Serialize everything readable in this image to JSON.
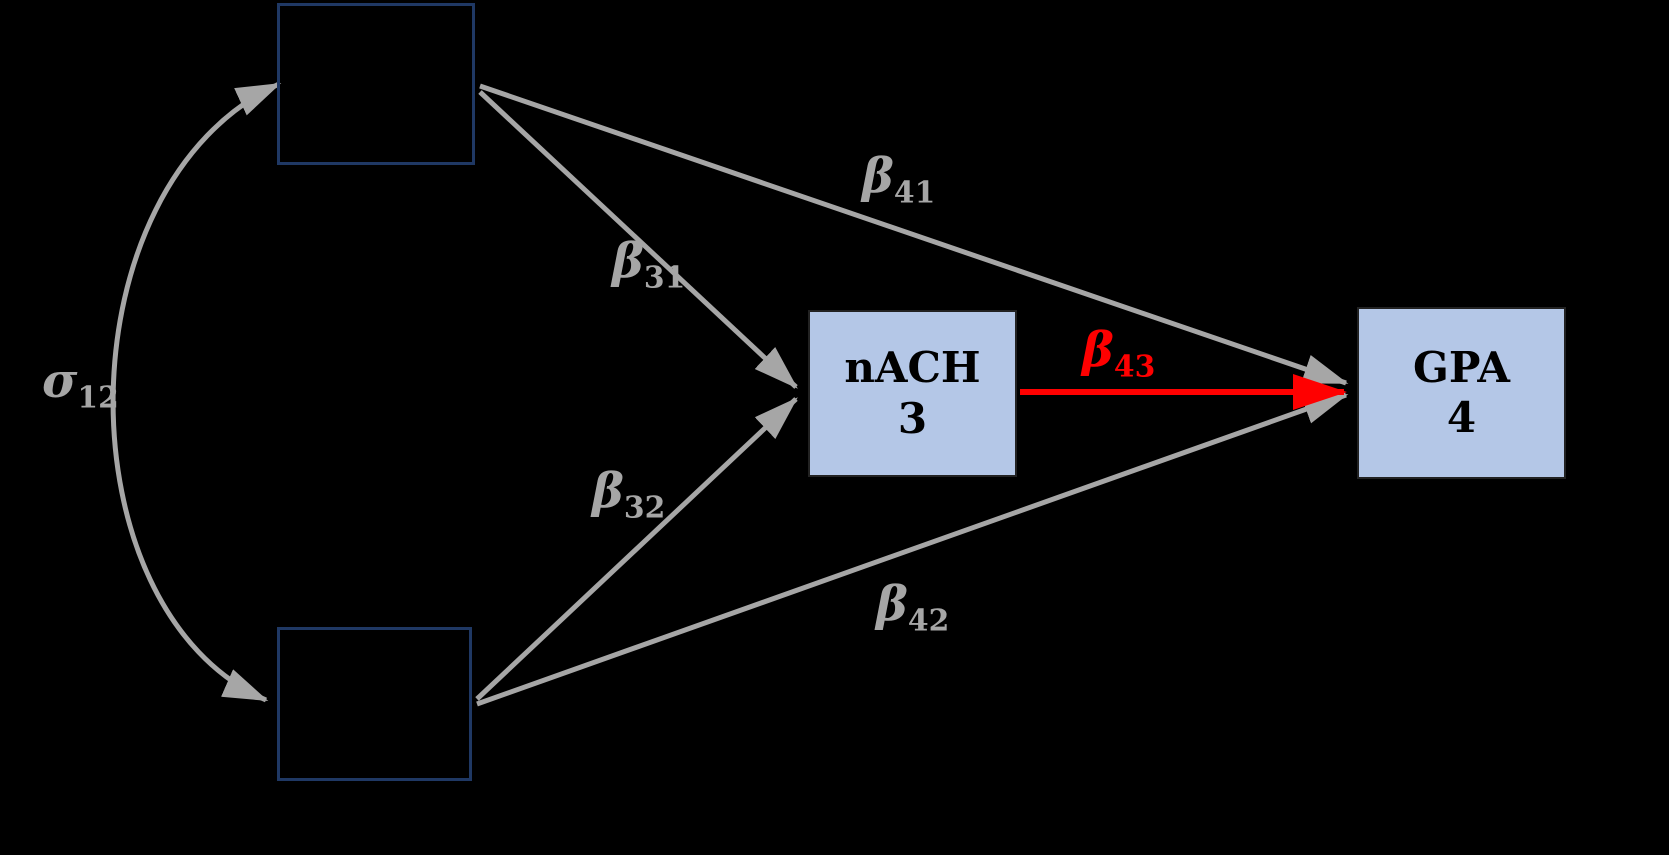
{
  "diagram": {
    "title": "path-analysis-model",
    "colors": {
      "arrow": "#a6a6a6",
      "highlight": "#ff0000",
      "node_fill": "#b4c7e7",
      "node_border": "#222222",
      "empty_node_border": "#1f3864",
      "node_text": "#000000",
      "background": "#000000"
    },
    "nodes": {
      "nach": {
        "label": "nACH",
        "number": "3"
      },
      "gpa": {
        "label": "GPA",
        "number": "4"
      }
    },
    "edges": {
      "cov12": {
        "base": "σ",
        "sub": "12"
      },
      "b31": {
        "base": "β",
        "sub": "31"
      },
      "b41": {
        "base": "β",
        "sub": "41"
      },
      "b32": {
        "base": "β",
        "sub": "32"
      },
      "b42": {
        "base": "β",
        "sub": "42"
      },
      "b43": {
        "base": "β",
        "sub": "43"
      }
    }
  }
}
